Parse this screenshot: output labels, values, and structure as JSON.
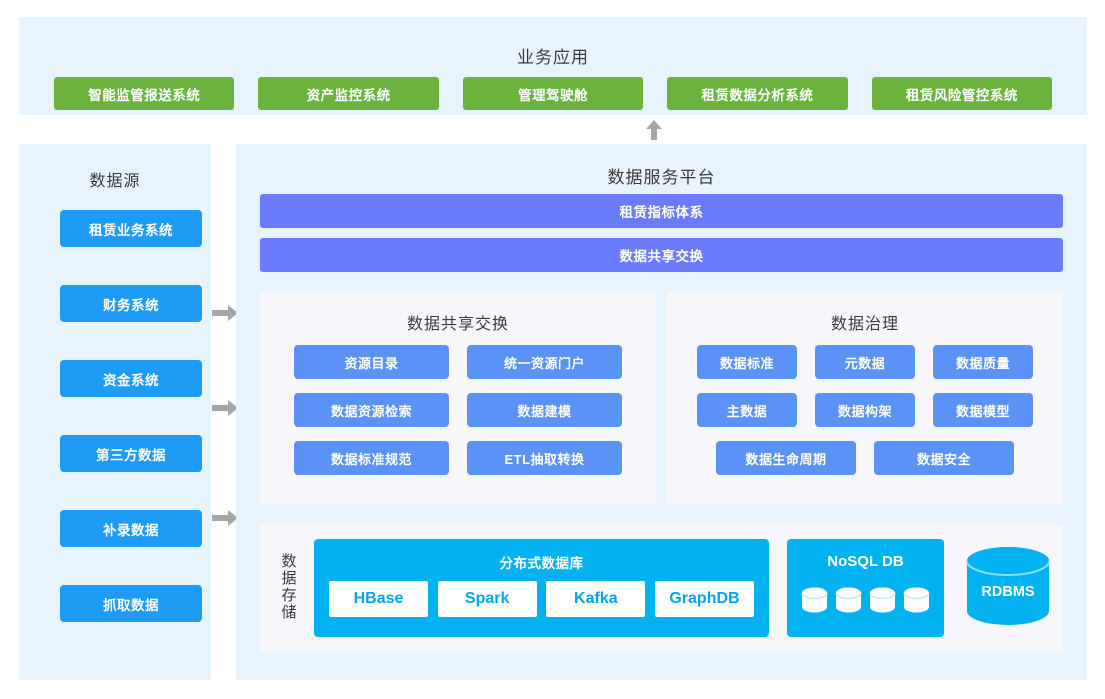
{
  "business": {
    "title": "业务应用",
    "apps": [
      "智能监管报送系统",
      "资产监控系统",
      "管理驾驶舱",
      "租赁数据分析系统",
      "租赁风险管控系统"
    ],
    "color": "#6cb33e"
  },
  "connector": {
    "up_arrow_icon": "arrow-up-icon",
    "side_arrow_icon": "arrow-right-icon",
    "color": "#a6a6a6"
  },
  "datasource": {
    "title": "数据源",
    "items": [
      "租赁业务系统",
      "财务系统",
      "资金系统",
      "第三方数据",
      "补录数据",
      "抓取数据"
    ],
    "color": "#1d9bf5"
  },
  "platform": {
    "title": "数据服务平台",
    "bars": [
      "租赁指标体系",
      "数据共享交换"
    ],
    "bar_color": "#6a7cfb",
    "cards": [
      {
        "title": "数据共享交换",
        "chips": [
          "资源目录",
          "统一资源门户",
          "数据资源检索",
          "数据建模",
          "数据标准规范",
          "ETL抽取转换"
        ]
      },
      {
        "title": "数据治理",
        "chips": [
          "数据标准",
          "元数据",
          "数据质量",
          "主数据",
          "数据构架",
          "数据模型",
          "数据生命周期",
          "数据安全"
        ]
      }
    ],
    "chip_color": "#5b92f5"
  },
  "storage": {
    "label": "数据存储",
    "distributed": {
      "title": "分布式数据库",
      "techs": [
        "HBase",
        "Spark",
        "Kafka",
        "GraphDB"
      ]
    },
    "nosql": {
      "title": "NoSQL DB",
      "icon": "database-cylinder-icon",
      "icon_count": 4
    },
    "rdbms": {
      "label": "RDBMS",
      "icon": "database-cylinder-icon"
    },
    "color": "#02b1f0"
  }
}
